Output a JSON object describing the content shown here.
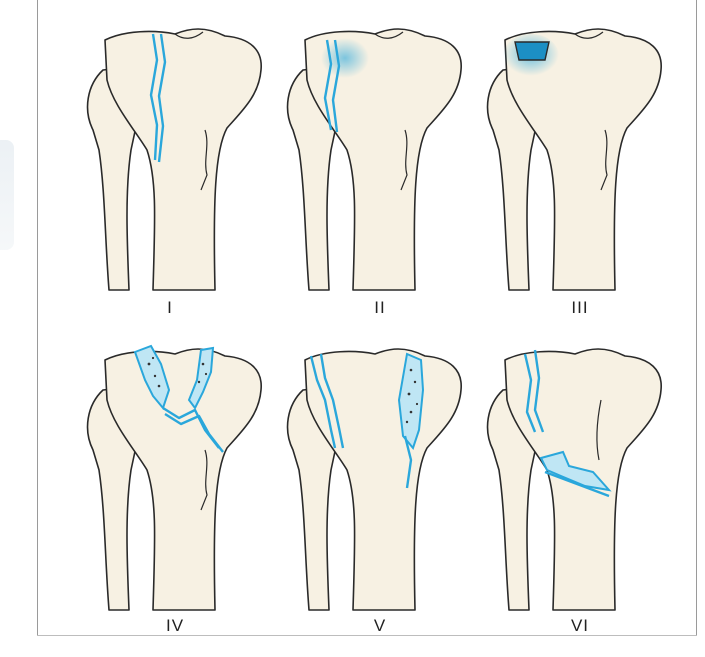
{
  "figure": {
    "panels": [
      {
        "id": "I",
        "label": "I"
      },
      {
        "id": "II",
        "label": "II"
      },
      {
        "id": "III",
        "label": "III"
      },
      {
        "id": "IV",
        "label": "IV"
      },
      {
        "id": "V",
        "label": "V"
      },
      {
        "id": "VI",
        "label": "VI"
      }
    ]
  },
  "colors": {
    "bone_fill": "#f7f1e3",
    "outline": "#2a2a2a",
    "fracture_line": "#2aa7db",
    "fracture_fill": "#bfe6f4"
  }
}
